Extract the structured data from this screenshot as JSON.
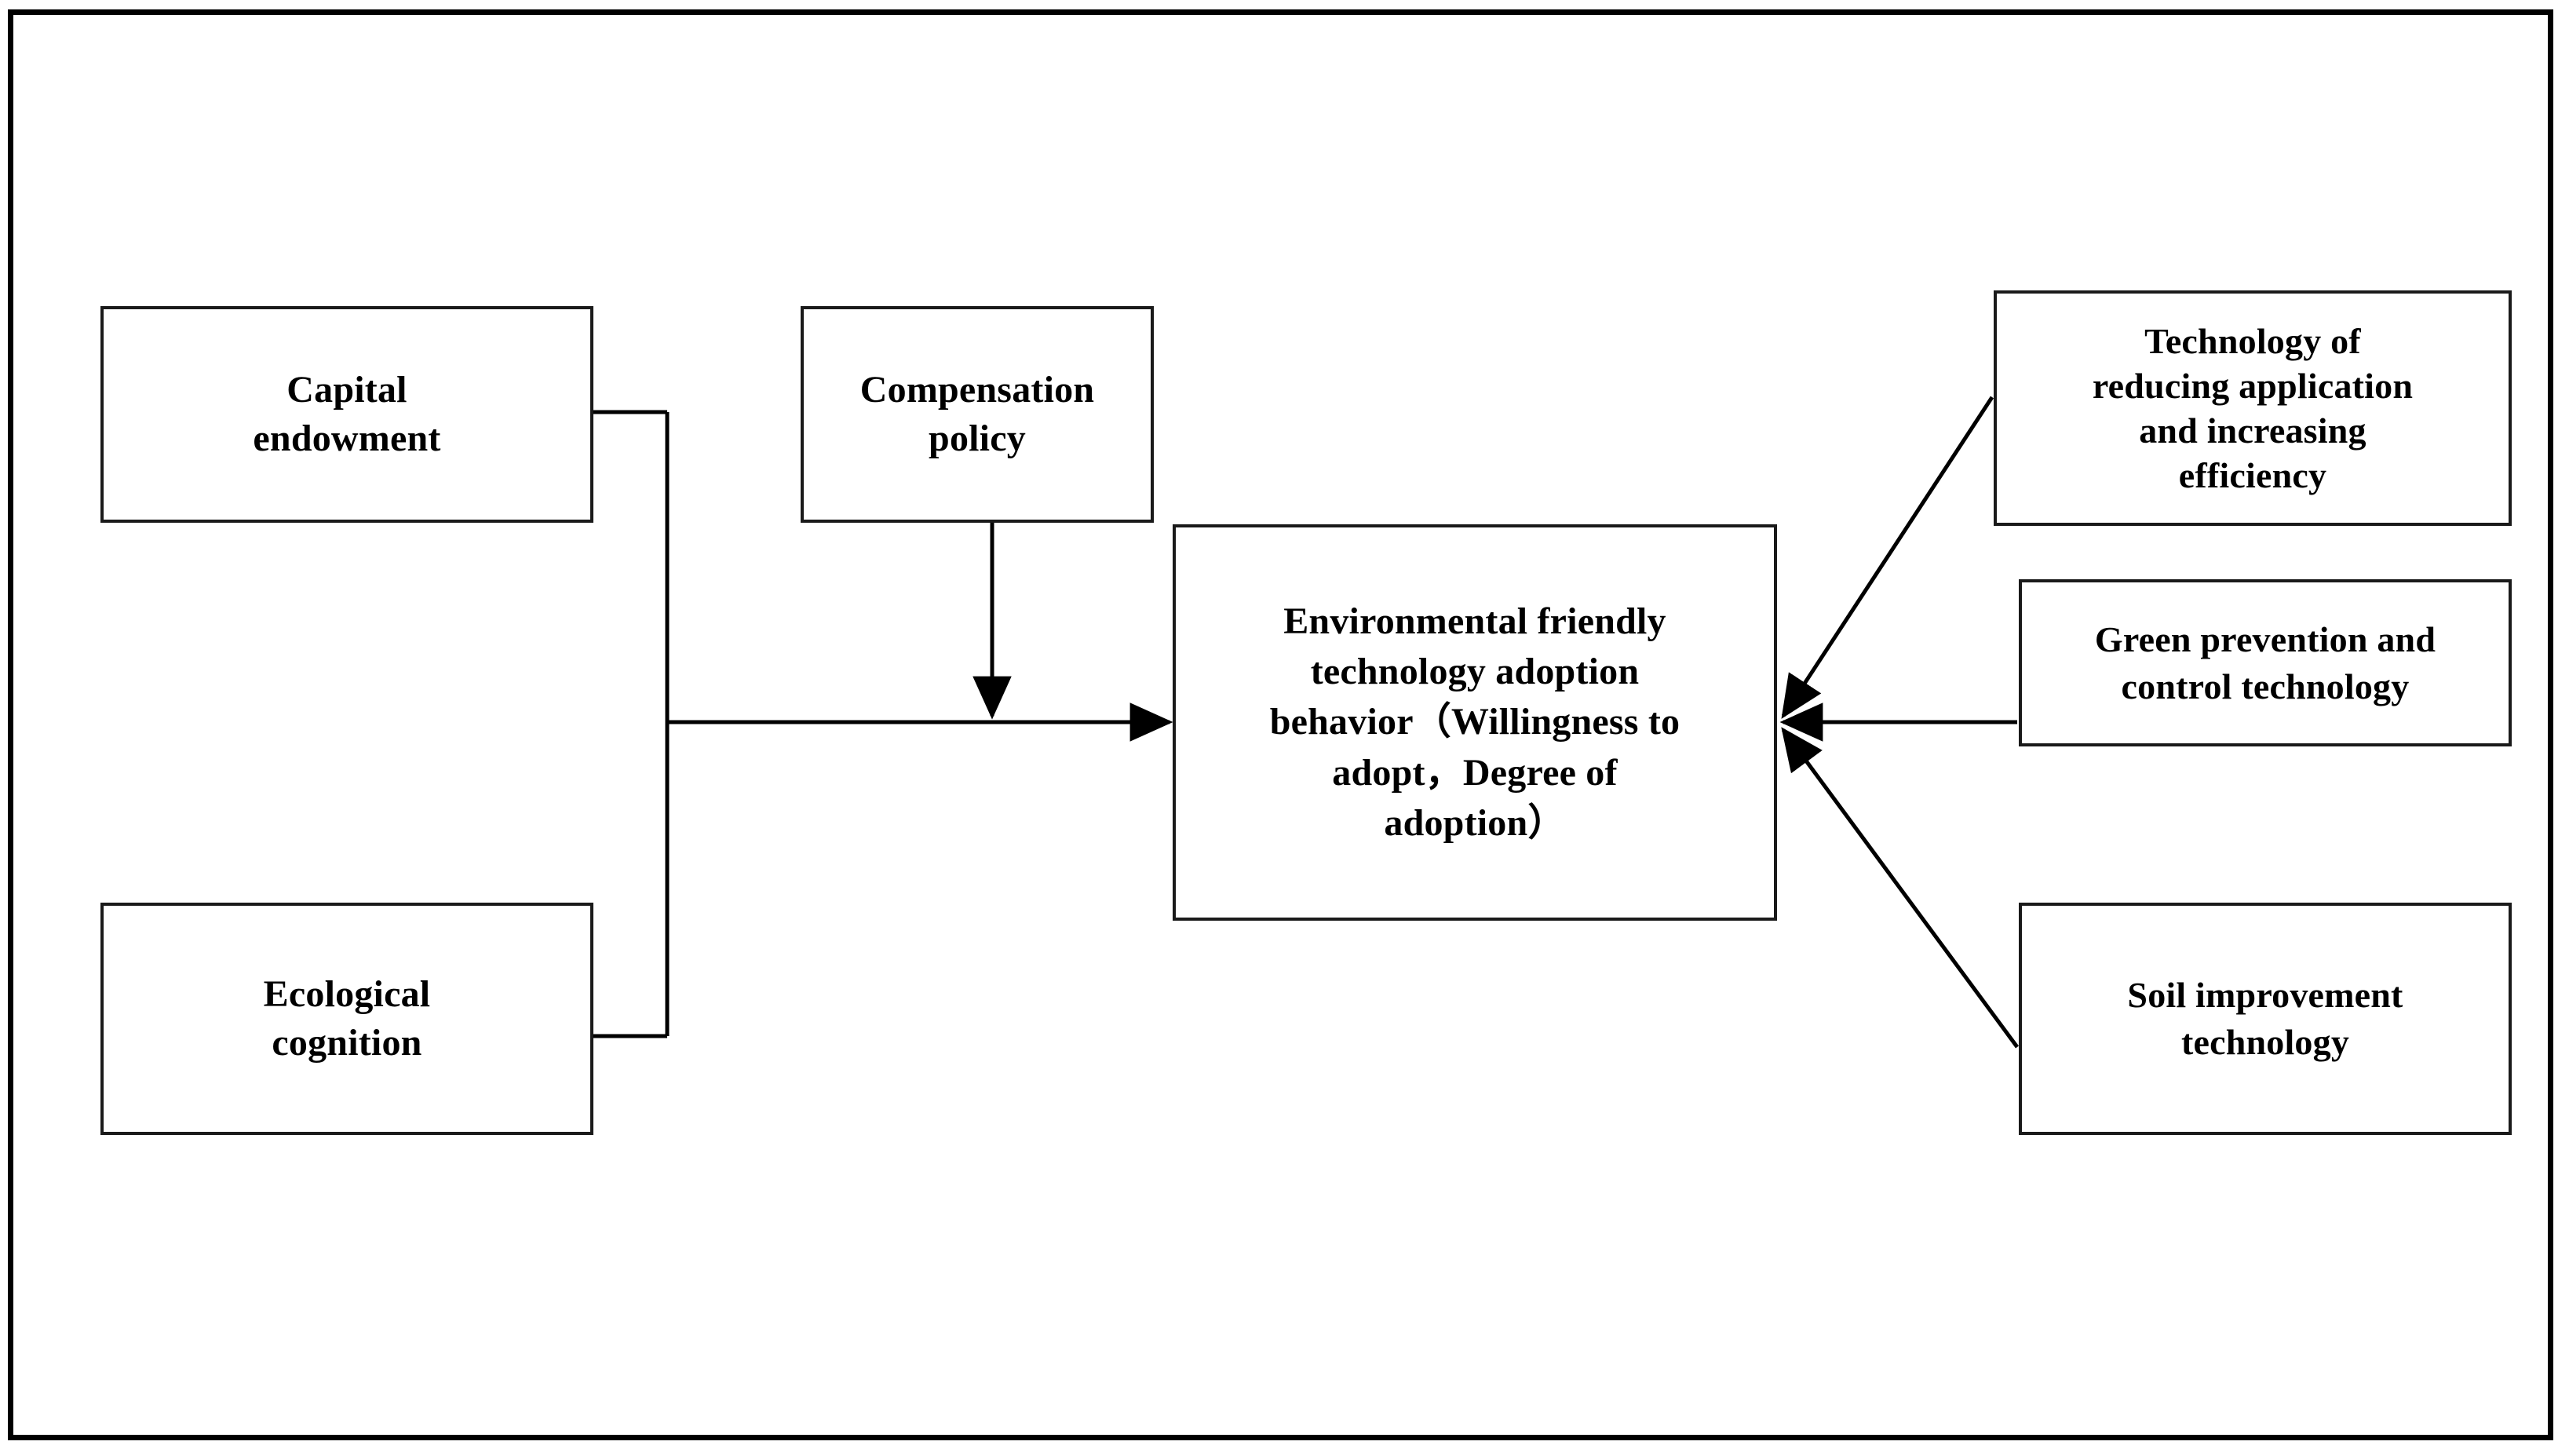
{
  "figure": {
    "type": "conceptual-framework-flow-diagram",
    "frame_color": "#000000",
    "box_border_color": "#1a1a1a",
    "background": "#ffffff",
    "text_color": "#000000"
  },
  "nodes": {
    "capital_endowment": {
      "label": "Capital\nendowment"
    },
    "ecological_cognition": {
      "label": "Ecological\ncognition"
    },
    "compensation_policy": {
      "label": "Compensation\npolicy"
    },
    "adoption_behavior": {
      "label": "Environmental friendly\ntechnology adoption\nbehavior（Willingness to\nadopt，Degree of\nadoption）"
    },
    "reducing_application": {
      "label": "Technology of\nreducing application\nand increasing\nefficiency"
    },
    "green_prevention": {
      "label": "Green prevention and\ncontrol technology"
    },
    "soil_improvement": {
      "label": "Soil improvement\ntechnology"
    }
  },
  "connectors": [
    {
      "name": "capital-endowment-to-bracket",
      "from": "capital_endowment",
      "to": "left-bracket",
      "style": "orthogonal-line",
      "arrowhead": false
    },
    {
      "name": "ecological-cognition-to-bracket",
      "from": "ecological_cognition",
      "to": "left-bracket",
      "style": "orthogonal-line",
      "arrowhead": false
    },
    {
      "name": "left-bracket-to-adoption-behavior",
      "from": "left-bracket",
      "to": "adoption_behavior",
      "style": "horizontal-arrow",
      "arrowhead": true
    },
    {
      "name": "compensation-policy-to-adoption-behavior",
      "from": "compensation_policy",
      "to": "adoption_behavior",
      "style": "vertical-arrow-down",
      "arrowhead": true
    },
    {
      "name": "reducing-application-to-adoption-behavior",
      "from": "reducing_application",
      "to": "adoption_behavior",
      "style": "diagonal-arrow",
      "arrowhead": true
    },
    {
      "name": "green-prevention-to-adoption-behavior",
      "from": "green_prevention",
      "to": "adoption_behavior",
      "style": "horizontal-arrow",
      "arrowhead": true
    },
    {
      "name": "soil-improvement-to-adoption-behavior",
      "from": "soil_improvement",
      "to": "adoption_behavior",
      "style": "diagonal-arrow",
      "arrowhead": true
    }
  ]
}
